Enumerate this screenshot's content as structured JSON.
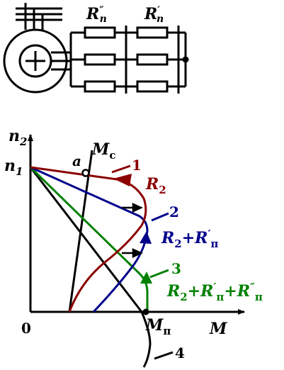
{
  "colors": {
    "black": "#000000",
    "curve1": "#8b0000",
    "curve2": "#00008b",
    "curve3": "#008000"
  },
  "schematic": {
    "resistor_top_label": {
      "main": "R",
      "sub": "п",
      "prime": "″"
    },
    "resistor_bottom_label": {
      "main": "R",
      "sub": "п",
      "prime": "′"
    }
  },
  "graph": {
    "y_axis_label": {
      "main": "n",
      "sub": "2"
    },
    "n1_label": {
      "main": "n",
      "sub": "1"
    },
    "origin_label": "0",
    "x_axis_label": "M",
    "mc_label": {
      "main": "M",
      "sub": "c"
    },
    "point_a_label": "a",
    "mp_label": {
      "main": "M",
      "sub": "п"
    },
    "curves": [
      {
        "number": "1",
        "label_parts": [
          "R",
          "2"
        ]
      },
      {
        "number": "2",
        "label_parts": [
          "R",
          "2",
          "+R",
          "′",
          "п"
        ]
      },
      {
        "number": "3",
        "label_parts": [
          "R",
          "2",
          "+R",
          "′",
          "п",
          "+R",
          "″",
          "п"
        ]
      },
      {
        "number": "4",
        "label_parts": []
      }
    ]
  }
}
